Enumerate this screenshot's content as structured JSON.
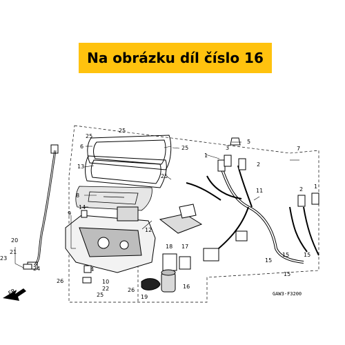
{
  "banner": {
    "text": "Na obrázku díl číslo 16",
    "color": "#ffc20e"
  },
  "diagram": {
    "code": "GAW3-F3200",
    "front_label": "FR.",
    "parts": {
      "p1a": "1",
      "p1b": "1",
      "p2a": "2",
      "p2b": "2",
      "p3": "3",
      "p4": "4",
      "p5": "5",
      "p6": "6",
      "p7": "7",
      "p8": "8",
      "p9": "9",
      "p10": "10",
      "p11": "11",
      "p12": "12",
      "p13": "13",
      "p14": "14",
      "p15a": "15",
      "p15b": "15",
      "p15c": "15",
      "p16": "16",
      "p17": "17",
      "p18": "18",
      "p19": "19",
      "p20": "20",
      "p21": "21",
      "p22": "22",
      "p23": "23",
      "p24": "24",
      "p25a": "25",
      "p25b": "25",
      "p25c": "25",
      "p25d": "25",
      "p25e": "25",
      "p26a": "26",
      "p26b": "26"
    }
  }
}
